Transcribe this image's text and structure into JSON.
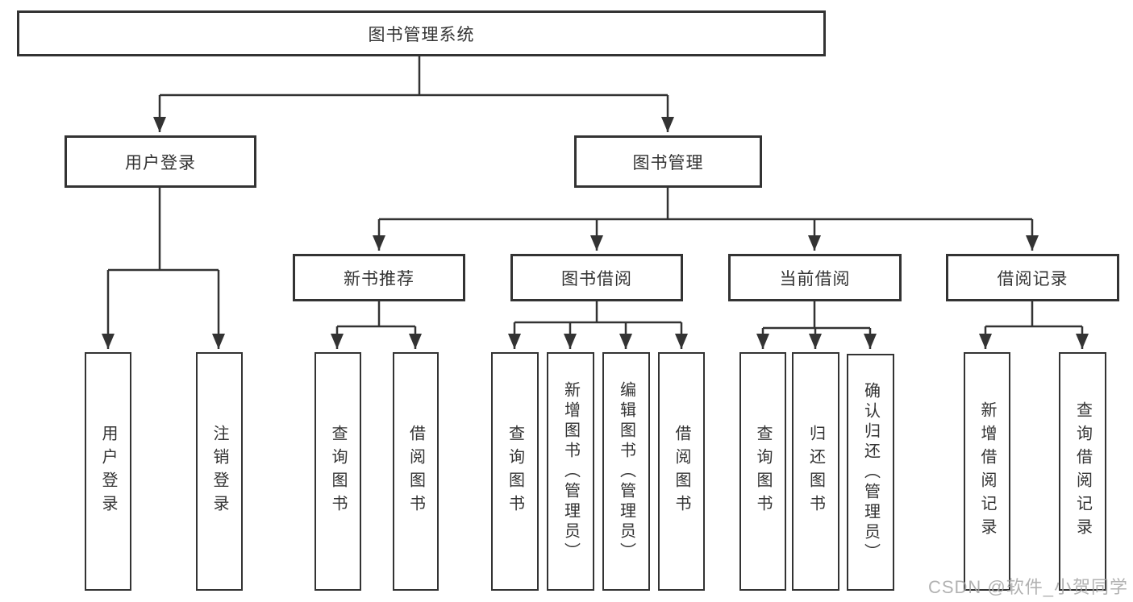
{
  "title": "图书管理系统",
  "root": {
    "label": "图书管理系统"
  },
  "user_login": {
    "label": "用户登录",
    "children": [
      {
        "label": "用户登录"
      },
      {
        "label": "注销登录"
      }
    ]
  },
  "book_mgmt": {
    "label": "图书管理",
    "sections": [
      {
        "label": "新书推荐",
        "children": [
          {
            "label": "查询图书"
          },
          {
            "label": "借阅图书"
          }
        ]
      },
      {
        "label": "图书借阅",
        "children": [
          {
            "label": "查询图书"
          },
          {
            "label": "新增图书（管理员）"
          },
          {
            "label": "编辑图书（管理员）"
          },
          {
            "label": "借阅图书"
          }
        ]
      },
      {
        "label": "当前借阅",
        "children": [
          {
            "label": "查询图书"
          },
          {
            "label": "归还图书"
          },
          {
            "label": "确认归还（管理员）"
          }
        ]
      },
      {
        "label": "借阅记录",
        "children": [
          {
            "label": "新增借阅记录"
          },
          {
            "label": "查询借阅记录"
          }
        ]
      }
    ]
  },
  "watermark": "CSDN @软件_小贺同学",
  "colors": {
    "line": "#333333",
    "box_border": "#333333",
    "box_background": "#ffffff",
    "text": "#333333",
    "watermark": "#a5a5a5"
  }
}
